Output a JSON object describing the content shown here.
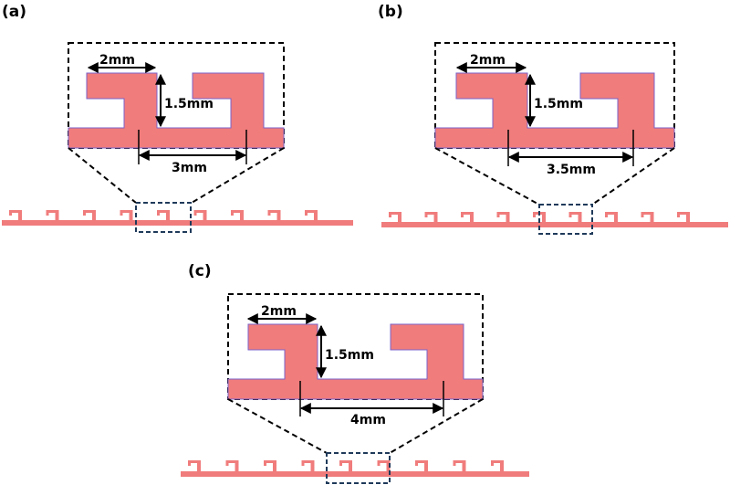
{
  "figure": {
    "panels": [
      {
        "id": "a",
        "label": "(a)",
        "width_label": "2mm",
        "height_label": "1.5mm",
        "pitch_label": "3mm"
      },
      {
        "id": "b",
        "label": "(b)",
        "width_label": "2mm",
        "height_label": "1.5mm",
        "pitch_label": "3.5mm"
      },
      {
        "id": "c",
        "label": "(c)",
        "width_label": "2mm",
        "height_label": "1.5mm",
        "pitch_label": "4mm"
      }
    ],
    "colors": {
      "fill": "#f07c7c",
      "outline": "#7b62c8",
      "zoom_frame": "#000000",
      "strip_frame": "#1f3a5a"
    }
  }
}
